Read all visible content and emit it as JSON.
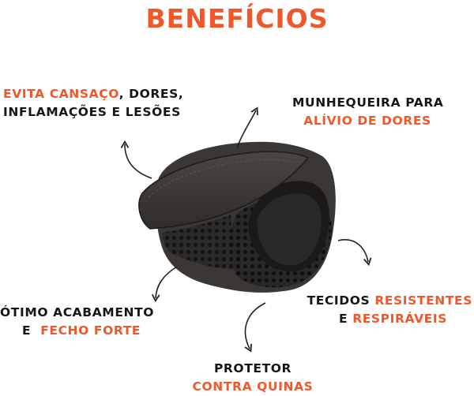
{
  "title": "BENEFÍCIOS",
  "colors": {
    "accent": "#f0582a",
    "text": "#161616",
    "product": "#3a3735"
  },
  "icons": {
    "arrows": "curved-arrow-icon",
    "product": "wrist-brace-product"
  },
  "benefits": {
    "top_left": {
      "line1_highlight": "EVITA CANSAÇO",
      "line1_rest": ", DORES,",
      "line2": "INFLAMAÇÕES E LESÕES"
    },
    "top_right": {
      "line1": "MUNHEQUEIRA PARA",
      "line2_highlight": "ALÍVIO DE DORES"
    },
    "bottom_left": {
      "line1": "ÓTIMO ACABAMENTO",
      "line2_prefix": "E",
      "line2_highlight": "FECHO FORTE"
    },
    "bottom_right": {
      "line1_prefix": "TECIDOS",
      "line1_highlight": "RESISTENTES",
      "line2_prefix": "E",
      "line2_highlight": "RESPIRÁVEIS"
    },
    "bottom_center": {
      "line1": "PROTETOR",
      "line2_highlight": "CONTRA QUINAS"
    }
  }
}
